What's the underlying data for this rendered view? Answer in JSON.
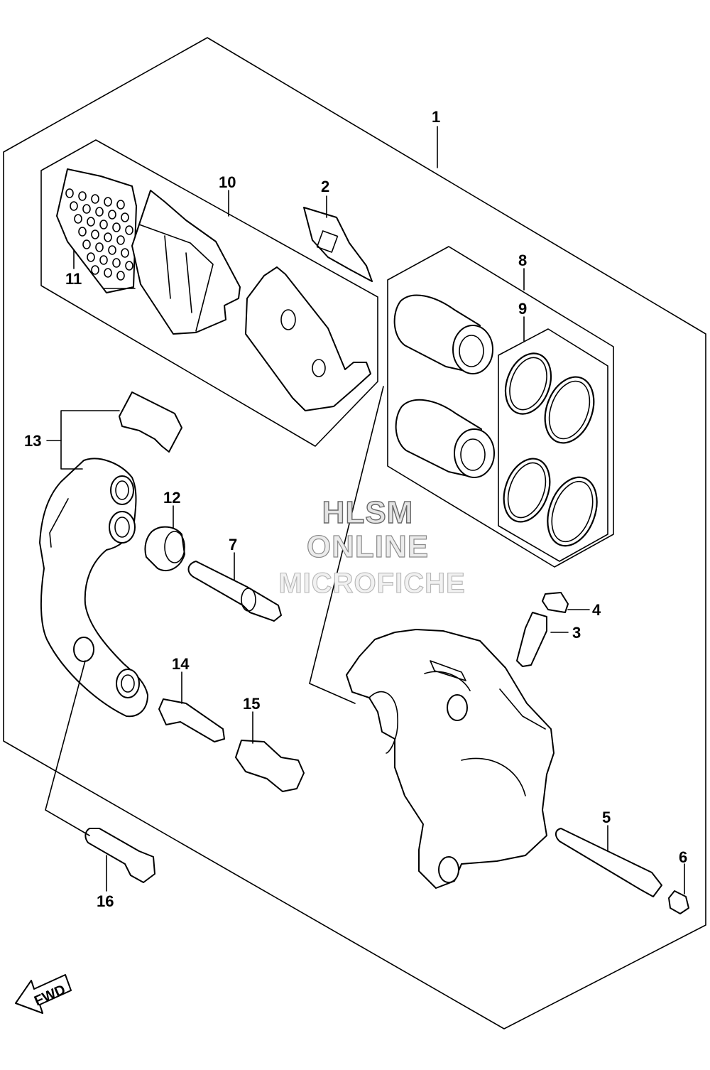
{
  "diagram": {
    "callouts": [
      {
        "id": "c1",
        "label": "1"
      },
      {
        "id": "c2",
        "label": "2"
      },
      {
        "id": "c3",
        "label": "3"
      },
      {
        "id": "c4",
        "label": "4"
      },
      {
        "id": "c5",
        "label": "5"
      },
      {
        "id": "c6",
        "label": "6"
      },
      {
        "id": "c7",
        "label": "7"
      },
      {
        "id": "c8",
        "label": "8"
      },
      {
        "id": "c9",
        "label": "9"
      },
      {
        "id": "c10",
        "label": "10"
      },
      {
        "id": "c11",
        "label": "11"
      },
      {
        "id": "c12",
        "label": "12"
      },
      {
        "id": "c13",
        "label": "13"
      },
      {
        "id": "c14",
        "label": "14"
      },
      {
        "id": "c15",
        "label": "15"
      },
      {
        "id": "c16",
        "label": "16"
      }
    ],
    "watermark": {
      "line1": "HLSM",
      "line2": "ONLINE",
      "line3": "MICROFICHE"
    },
    "direction_label": "FWD"
  }
}
